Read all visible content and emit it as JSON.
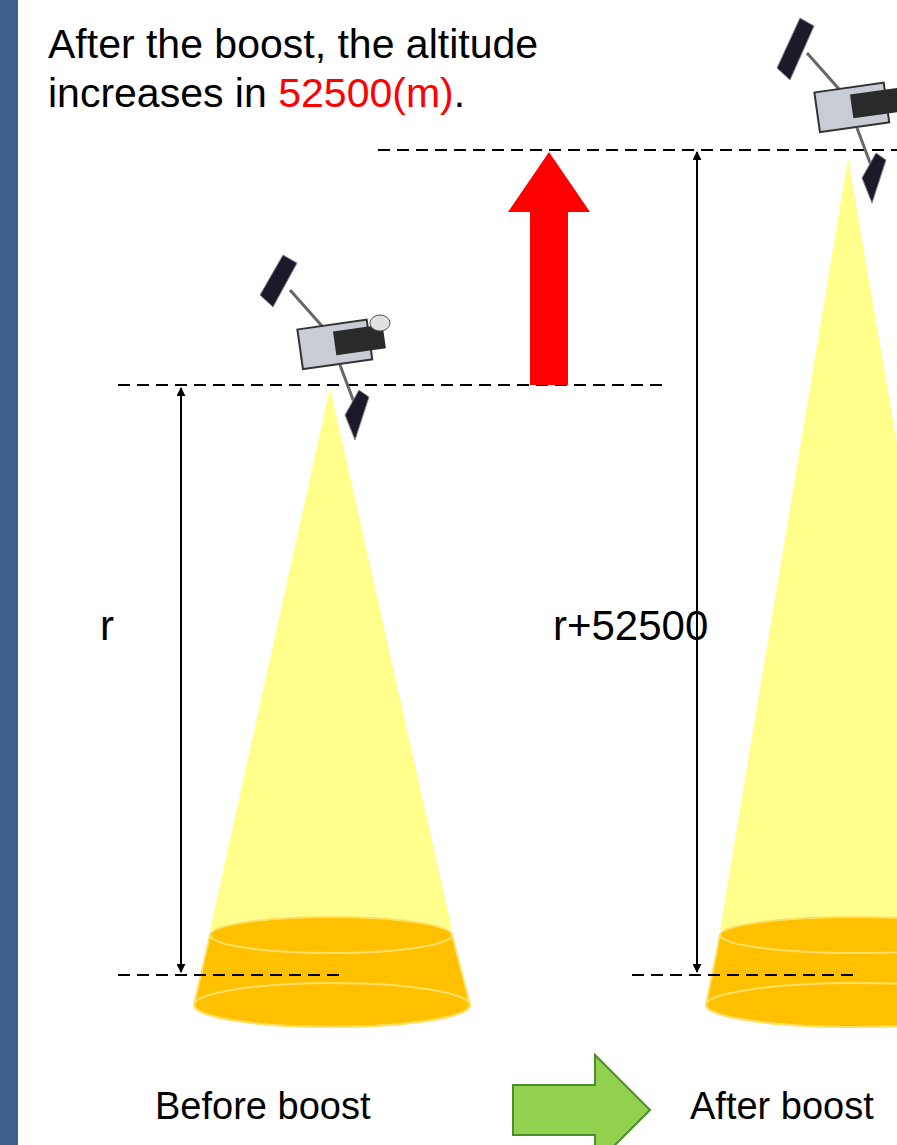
{
  "diagram": {
    "title": "After the boost, the altitude increases in",
    "labels": [
      "52500(m)",
      ".",
      "r",
      "r+52500",
      "Before boost",
      "After boost"
    ]
  }
}
